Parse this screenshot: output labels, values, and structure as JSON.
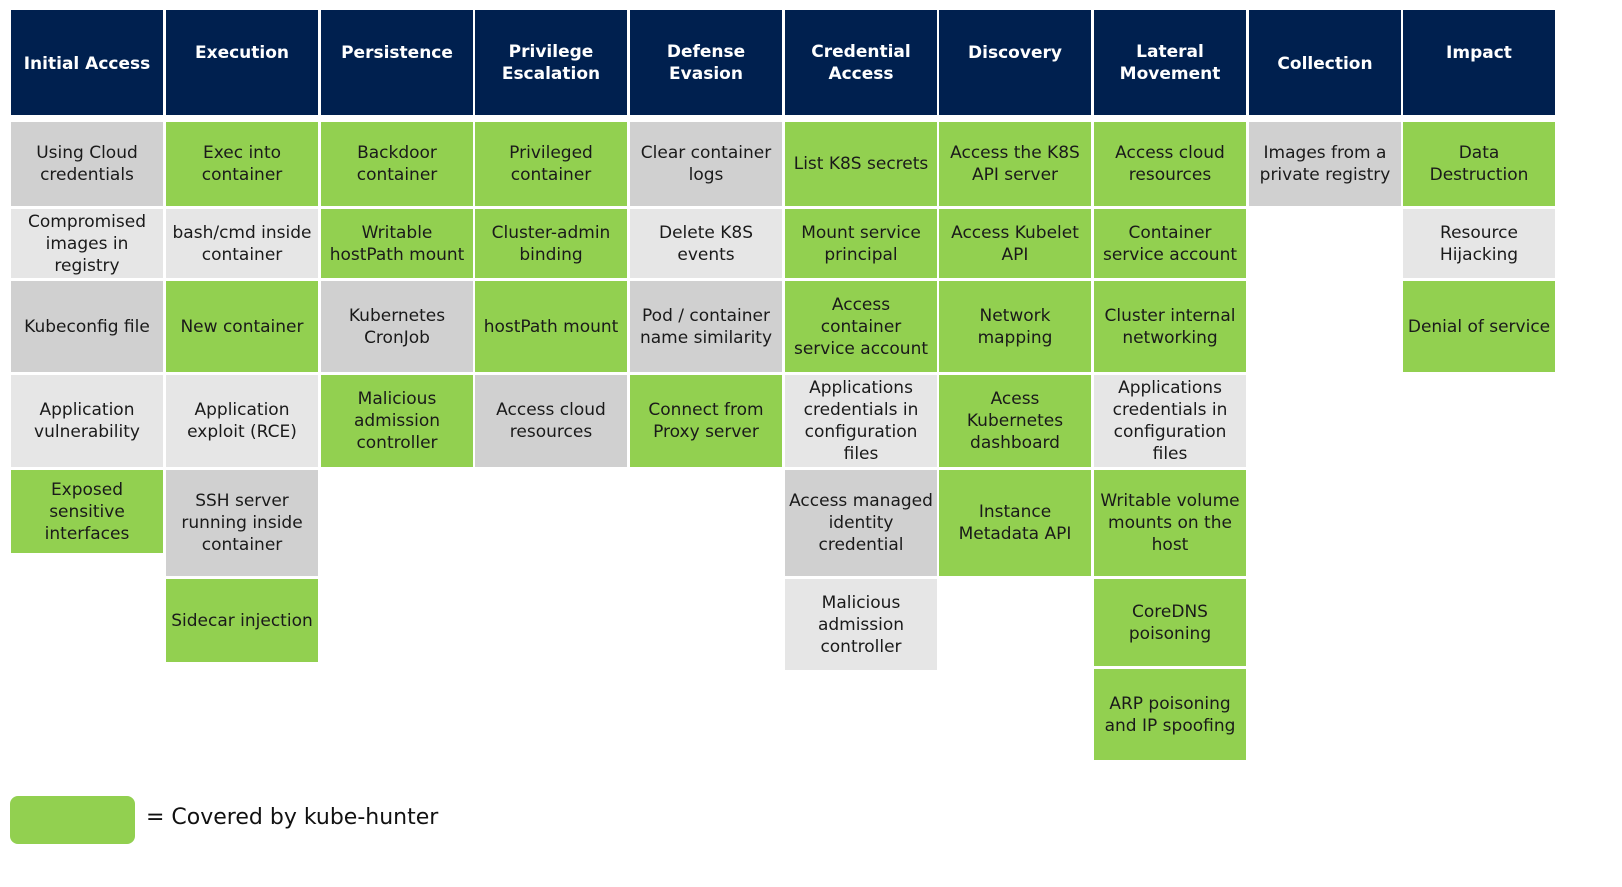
{
  "colors": {
    "header": "#00204f",
    "covered": "#92d050",
    "not_covered_dark": "#d0d0d0",
    "not_covered_light": "#e6e6e6"
  },
  "tactics": [
    {
      "name": "Initial Access",
      "techniques": [
        {
          "label": "Using Cloud credentials",
          "covered": false,
          "shade": "grey"
        },
        {
          "label": "Compromised images in registry",
          "covered": false,
          "shade": "light"
        },
        {
          "label": "Kubeconfig file",
          "covered": false,
          "shade": "grey"
        },
        {
          "label": "Application vulnerability",
          "covered": false,
          "shade": "light"
        },
        {
          "label": "Exposed sensitive interfaces",
          "covered": true,
          "shade": "green"
        }
      ]
    },
    {
      "name": "Execution",
      "techniques": [
        {
          "label": "Exec into container",
          "covered": true,
          "shade": "green"
        },
        {
          "label": "bash/cmd inside container",
          "covered": false,
          "shade": "light"
        },
        {
          "label": "New container",
          "covered": true,
          "shade": "green"
        },
        {
          "label": "Application exploit (RCE)",
          "covered": false,
          "shade": "light"
        },
        {
          "label": "SSH server running inside container",
          "covered": false,
          "shade": "grey"
        },
        {
          "label": "Sidecar injection",
          "covered": true,
          "shade": "green"
        }
      ]
    },
    {
      "name": "Persistence",
      "techniques": [
        {
          "label": "Backdoor container",
          "covered": true,
          "shade": "green"
        },
        {
          "label": "Writable hostPath mount",
          "covered": true,
          "shade": "green"
        },
        {
          "label": "Kubernetes CronJob",
          "covered": false,
          "shade": "grey"
        },
        {
          "label": "Malicious admission controller",
          "covered": true,
          "shade": "green"
        }
      ]
    },
    {
      "name": "Privilege Escalation",
      "techniques": [
        {
          "label": "Privileged container",
          "covered": true,
          "shade": "green"
        },
        {
          "label": "Cluster-admin binding",
          "covered": true,
          "shade": "green"
        },
        {
          "label": "hostPath mount",
          "covered": true,
          "shade": "green"
        },
        {
          "label": "Access cloud resources",
          "covered": false,
          "shade": "grey"
        }
      ]
    },
    {
      "name": "Defense Evasion",
      "techniques": [
        {
          "label": "Clear container logs",
          "covered": false,
          "shade": "grey"
        },
        {
          "label": "Delete K8S events",
          "covered": false,
          "shade": "light"
        },
        {
          "label": "Pod / container name similarity",
          "covered": false,
          "shade": "grey"
        },
        {
          "label": "Connect from Proxy server",
          "covered": true,
          "shade": "green"
        }
      ]
    },
    {
      "name": "Credential Access",
      "techniques": [
        {
          "label": "List K8S secrets",
          "covered": true,
          "shade": "green"
        },
        {
          "label": "Mount service principal",
          "covered": true,
          "shade": "green"
        },
        {
          "label": "Access container service account",
          "covered": true,
          "shade": "green"
        },
        {
          "label": "Applications credentials in configuration files",
          "covered": false,
          "shade": "light"
        },
        {
          "label": "Access managed identity credential",
          "covered": false,
          "shade": "grey"
        },
        {
          "label": "Malicious admission controller",
          "covered": false,
          "shade": "light"
        }
      ]
    },
    {
      "name": "Discovery",
      "techniques": [
        {
          "label": "Access the K8S API server",
          "covered": true,
          "shade": "green"
        },
        {
          "label": "Access Kubelet API",
          "covered": true,
          "shade": "green"
        },
        {
          "label": "Network mapping",
          "covered": true,
          "shade": "green"
        },
        {
          "label": "Acess Kubernetes dashboard",
          "covered": true,
          "shade": "green"
        },
        {
          "label": "Instance Metadata API",
          "covered": true,
          "shade": "green"
        }
      ]
    },
    {
      "name": "Lateral Movement",
      "techniques": [
        {
          "label": "Access cloud resources",
          "covered": true,
          "shade": "green"
        },
        {
          "label": "Container service account",
          "covered": true,
          "shade": "green"
        },
        {
          "label": "Cluster internal networking",
          "covered": true,
          "shade": "green"
        },
        {
          "label": "Applications credentials in configuration files",
          "covered": false,
          "shade": "light"
        },
        {
          "label": "Writable volume mounts on the host",
          "covered": true,
          "shade": "green"
        },
        {
          "label": "CoreDNS poisoning",
          "covered": true,
          "shade": "green"
        },
        {
          "label": "ARP poisoning and IP spoofing",
          "covered": true,
          "shade": "green"
        }
      ]
    },
    {
      "name": "Collection",
      "techniques": [
        {
          "label": "Images from a private registry",
          "covered": false,
          "shade": "grey"
        }
      ]
    },
    {
      "name": "Impact",
      "techniques": [
        {
          "label": "Data Destruction",
          "covered": true,
          "shade": "green"
        },
        {
          "label": "Resource Hijacking",
          "covered": false,
          "shade": "light"
        },
        {
          "label": "Denial of service",
          "covered": true,
          "shade": "green"
        }
      ]
    }
  ],
  "legend": {
    "label": "= Covered by kube-hunter"
  }
}
